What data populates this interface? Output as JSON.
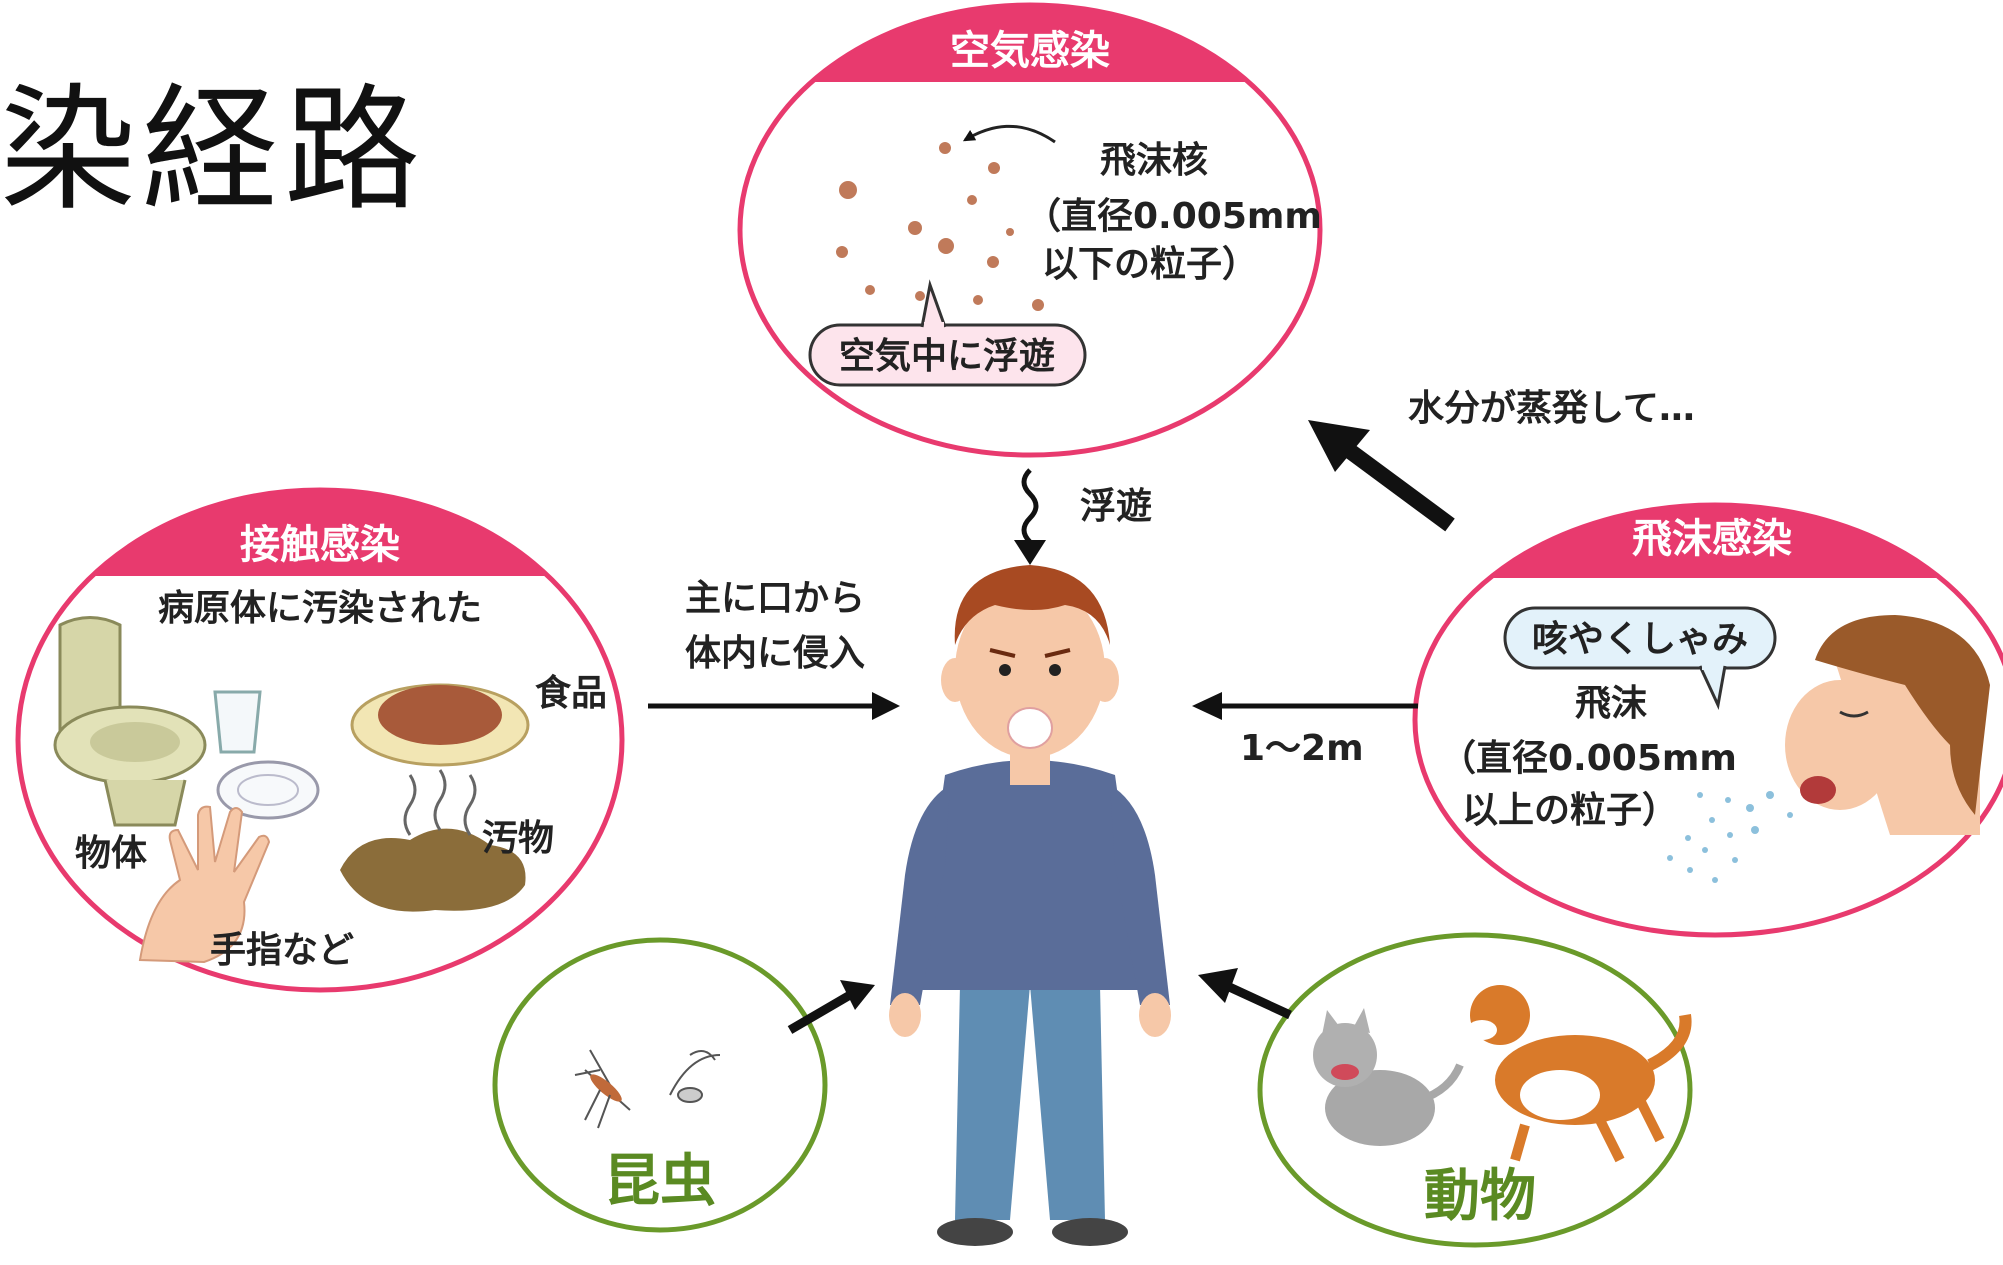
{
  "title": "染経路",
  "airborne": {
    "header": "空気感染",
    "particle_name": "飛沫核",
    "particle_size_line1": "（直径0.005mm",
    "particle_size_line2": "以下の粒子）",
    "bubble": "空気中に浮遊"
  },
  "droplet": {
    "header": "飛沫感染",
    "bubble": "咳やくしゃみ",
    "particle_name": "飛沫",
    "particle_size_line1": "（直径0.005mm",
    "particle_size_line2": "以上の粒子）"
  },
  "contact": {
    "header": "接触感染",
    "subtitle": "病原体に汚染された",
    "food": "食品",
    "object": "物体",
    "dirt": "汚物",
    "fingers": "手指など"
  },
  "insects": {
    "label": "昆虫"
  },
  "animals": {
    "label": "動物"
  },
  "arrows": {
    "float": "浮遊",
    "evaporate": "水分が蒸発して…",
    "mouth_line1": "主に口から",
    "mouth_line2": "体内に侵入",
    "distance": "1～2m"
  },
  "colors": {
    "pink": "#e83a6e",
    "green": "#6a9a2a",
    "shirt": "#5a6d99",
    "pants": "#5f8db3"
  }
}
